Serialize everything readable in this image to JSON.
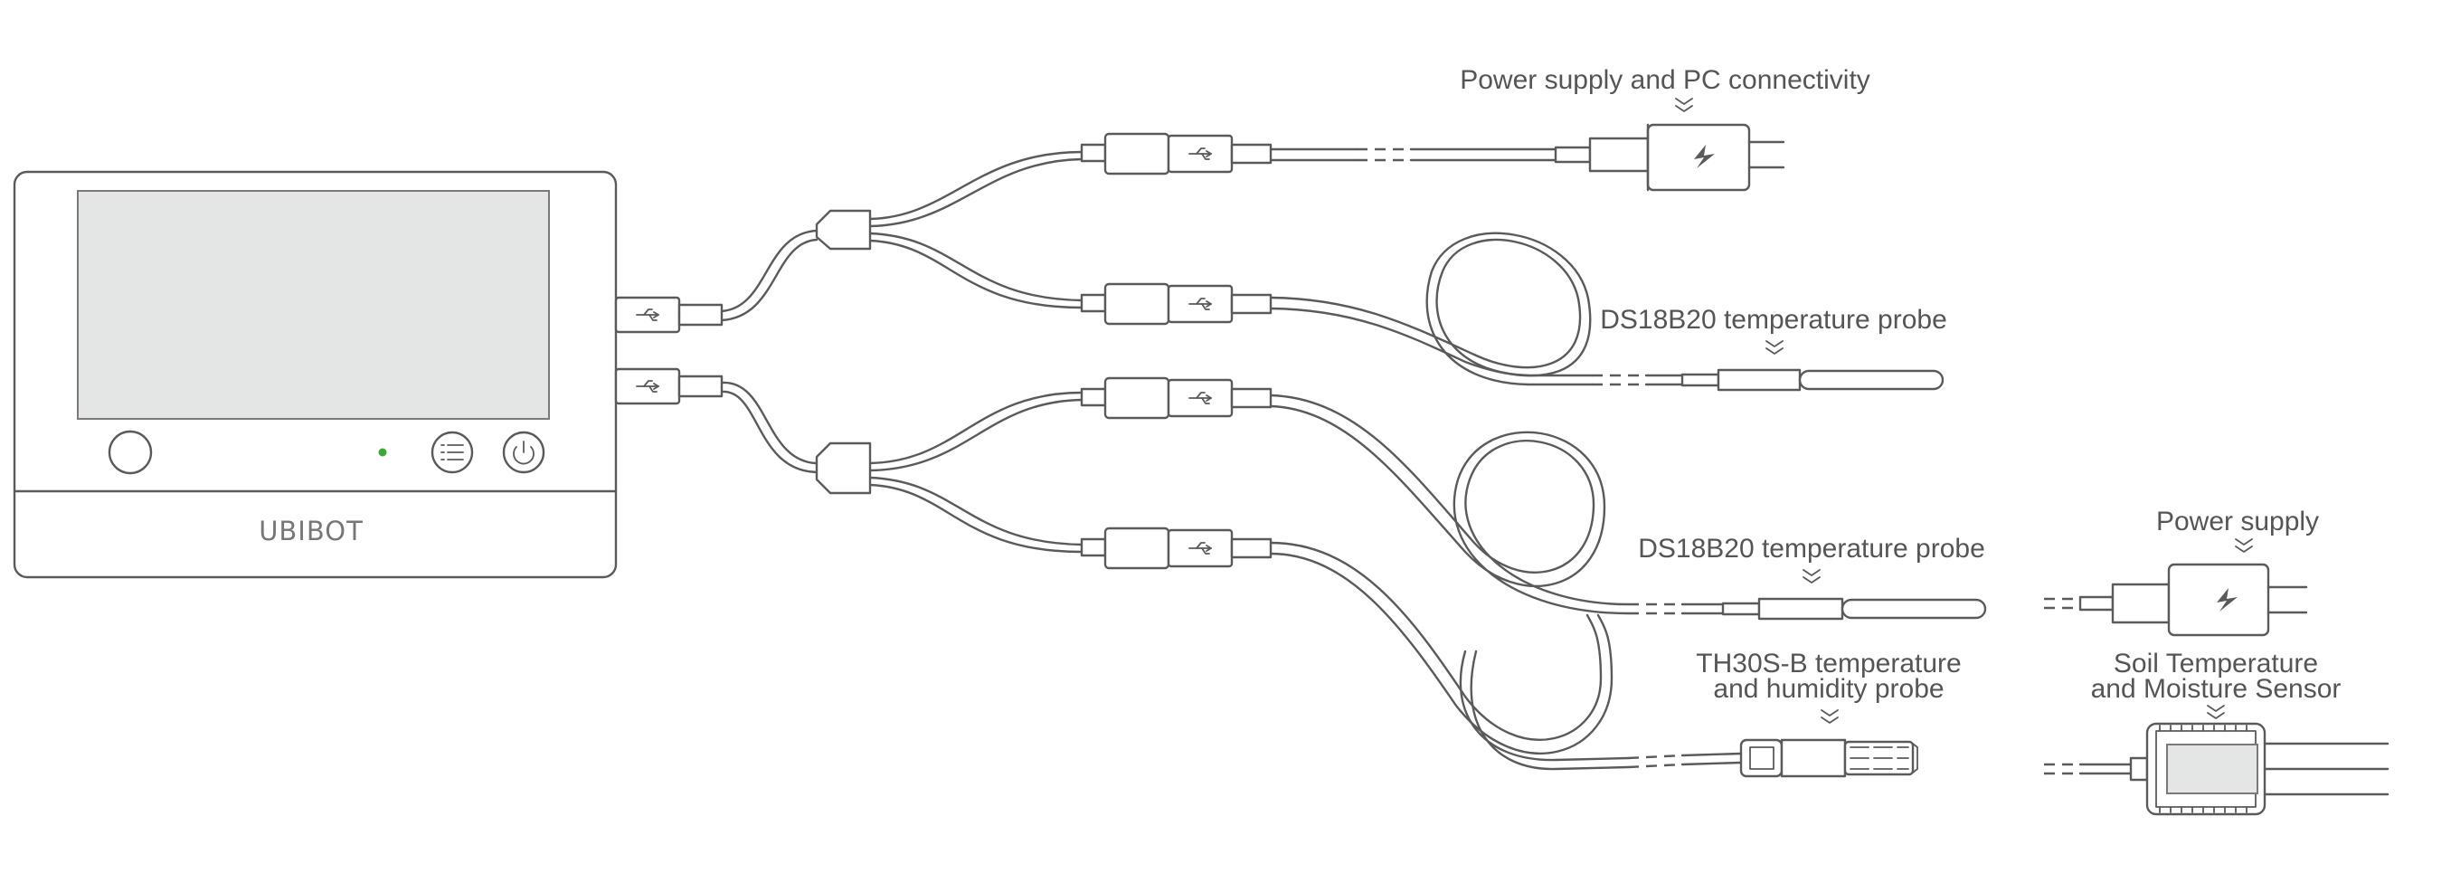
{
  "device": {
    "brand": "UBIBOT",
    "led_color": "#3aa935",
    "screen_color": "#e3e6e4",
    "buttons": [
      "circle-button",
      "menu-icon",
      "power-icon"
    ]
  },
  "labels": {
    "power_pc": "Power supply and PC connectivity",
    "probe1": "DS18B20 temperature probe",
    "probe2": "DS18B20 temperature probe",
    "th30s_line1": "TH30S-B temperature",
    "th30s_line2": "and humidity probe",
    "power_supply": "Power supply",
    "soil_line1": "Soil Temperature",
    "soil_line2": "and Moisture Sensor"
  },
  "colors": {
    "line": "#5a5a5a",
    "text": "#555555"
  }
}
